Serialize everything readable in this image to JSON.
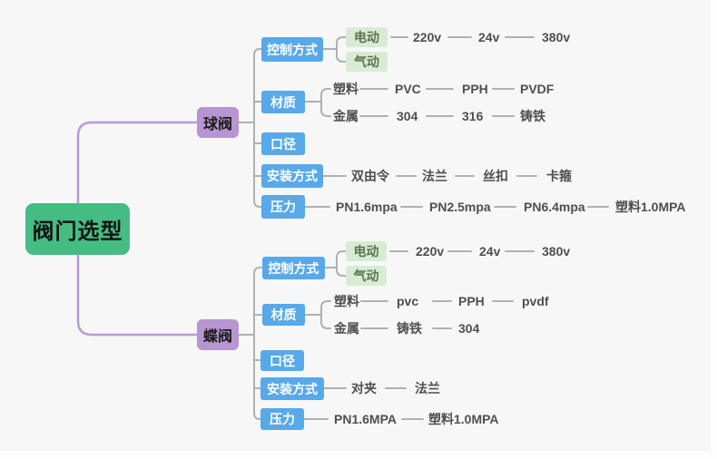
{
  "app": {
    "type": "mindmap"
  },
  "colors": {
    "canvas_bg": "#f7f7f8",
    "root_node": "#45bd82",
    "branch_node": "#b795d0",
    "category_node": "#57a9e9",
    "leaf_box_node": "#d8ecd3",
    "leaf_box_text": "#5d7355",
    "plain_text": "#4f4f4f",
    "line_purple": "#b89bd5",
    "line_gray": "#b0b0b0"
  },
  "root": {
    "label": "阀门选型"
  },
  "branches": [
    {
      "label": "球阀",
      "categories": [
        {
          "label": "控制方式",
          "groups": [
            {
              "label": "电动",
              "items": [
                "220v",
                "24v",
                "380v"
              ]
            },
            {
              "label": "气动",
              "items": []
            }
          ]
        },
        {
          "label": "材质",
          "groups": [
            {
              "label": "塑料",
              "items": [
                "PVC",
                "PPH",
                "PVDF"
              ]
            },
            {
              "label": "金属",
              "items": [
                "304",
                "316",
                "铸铁"
              ]
            }
          ]
        },
        {
          "label": "口径"
        },
        {
          "label": "安装方式",
          "items": [
            "双由令",
            "法兰",
            "丝扣",
            "卡箍"
          ]
        },
        {
          "label": "压力",
          "items": [
            "PN1.6mpa",
            "PN2.5mpa",
            "PN6.4mpa",
            "塑料1.0MPA"
          ]
        }
      ]
    },
    {
      "label": "蝶阀",
      "categories": [
        {
          "label": "控制方式",
          "groups": [
            {
              "label": "电动",
              "items": [
                "220v",
                "24v",
                "380v"
              ]
            },
            {
              "label": "气动",
              "items": []
            }
          ]
        },
        {
          "label": "材质",
          "groups": [
            {
              "label": "塑料",
              "items": [
                "pvc",
                "PPH",
                "pvdf"
              ]
            },
            {
              "label": "金属",
              "items": [
                "铸铁",
                "304"
              ]
            }
          ]
        },
        {
          "label": "口径"
        },
        {
          "label": "安装方式",
          "items": [
            "对夹",
            "法兰"
          ]
        },
        {
          "label": "压力",
          "items": [
            "PN1.6MPA",
            "塑料1.0MPA"
          ]
        }
      ]
    }
  ]
}
